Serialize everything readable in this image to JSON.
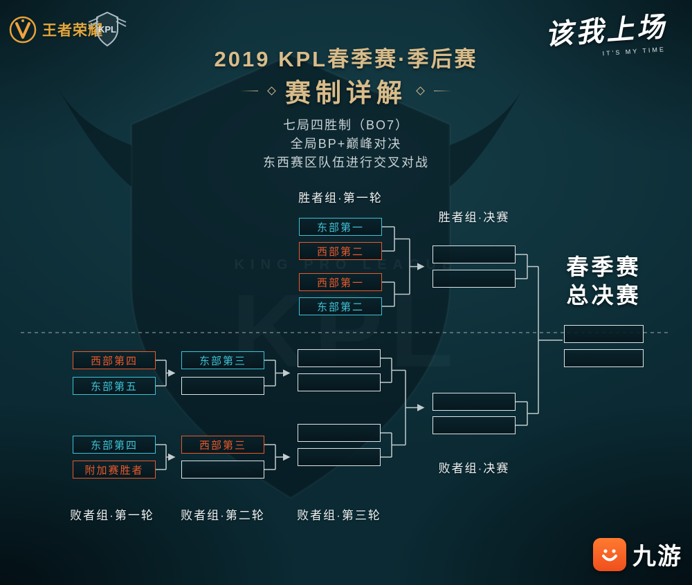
{
  "colors": {
    "east": "#3ec3d6",
    "west": "#ea5a2b",
    "gold": "#d8bc8a",
    "line": "#c2ccce",
    "boxline": "#dde6e8"
  },
  "header": {
    "game_logo": "王者荣耀",
    "kpl_logo": "KPL",
    "slogan": "该我上场",
    "slogan_sub": "IT'S MY TIME",
    "title": "2019 KPL春季赛·季后赛",
    "subtitle": "赛制详解",
    "rules": [
      "七局四胜制（BO7）",
      "全局BP+巅峰对决",
      "东西赛区队伍进行交叉对战"
    ]
  },
  "watermark": {
    "text_small": "KING PRO LEAGUE",
    "text_big": "KPL"
  },
  "bracket": {
    "labels": {
      "winners_r1": "胜者组·第一轮",
      "winners_final": "胜者组·决赛",
      "losers_final": "败者组·决赛",
      "losers_r1": "败者组·第一轮",
      "losers_r2": "败者组·第二轮",
      "losers_r3": "败者组·第三轮"
    },
    "grand_final": {
      "line1": "春季赛",
      "line2": "总决赛"
    },
    "teams": {
      "w1": [
        "东部第一",
        "西部第二",
        "西部第一",
        "东部第二"
      ],
      "l_col1": [
        "西部第四",
        "东部第五",
        "东部第四",
        "附加赛胜者"
      ],
      "l_col2": [
        "东部第三",
        "西部第三"
      ]
    }
  },
  "footer": {
    "site_logo": "九游"
  }
}
